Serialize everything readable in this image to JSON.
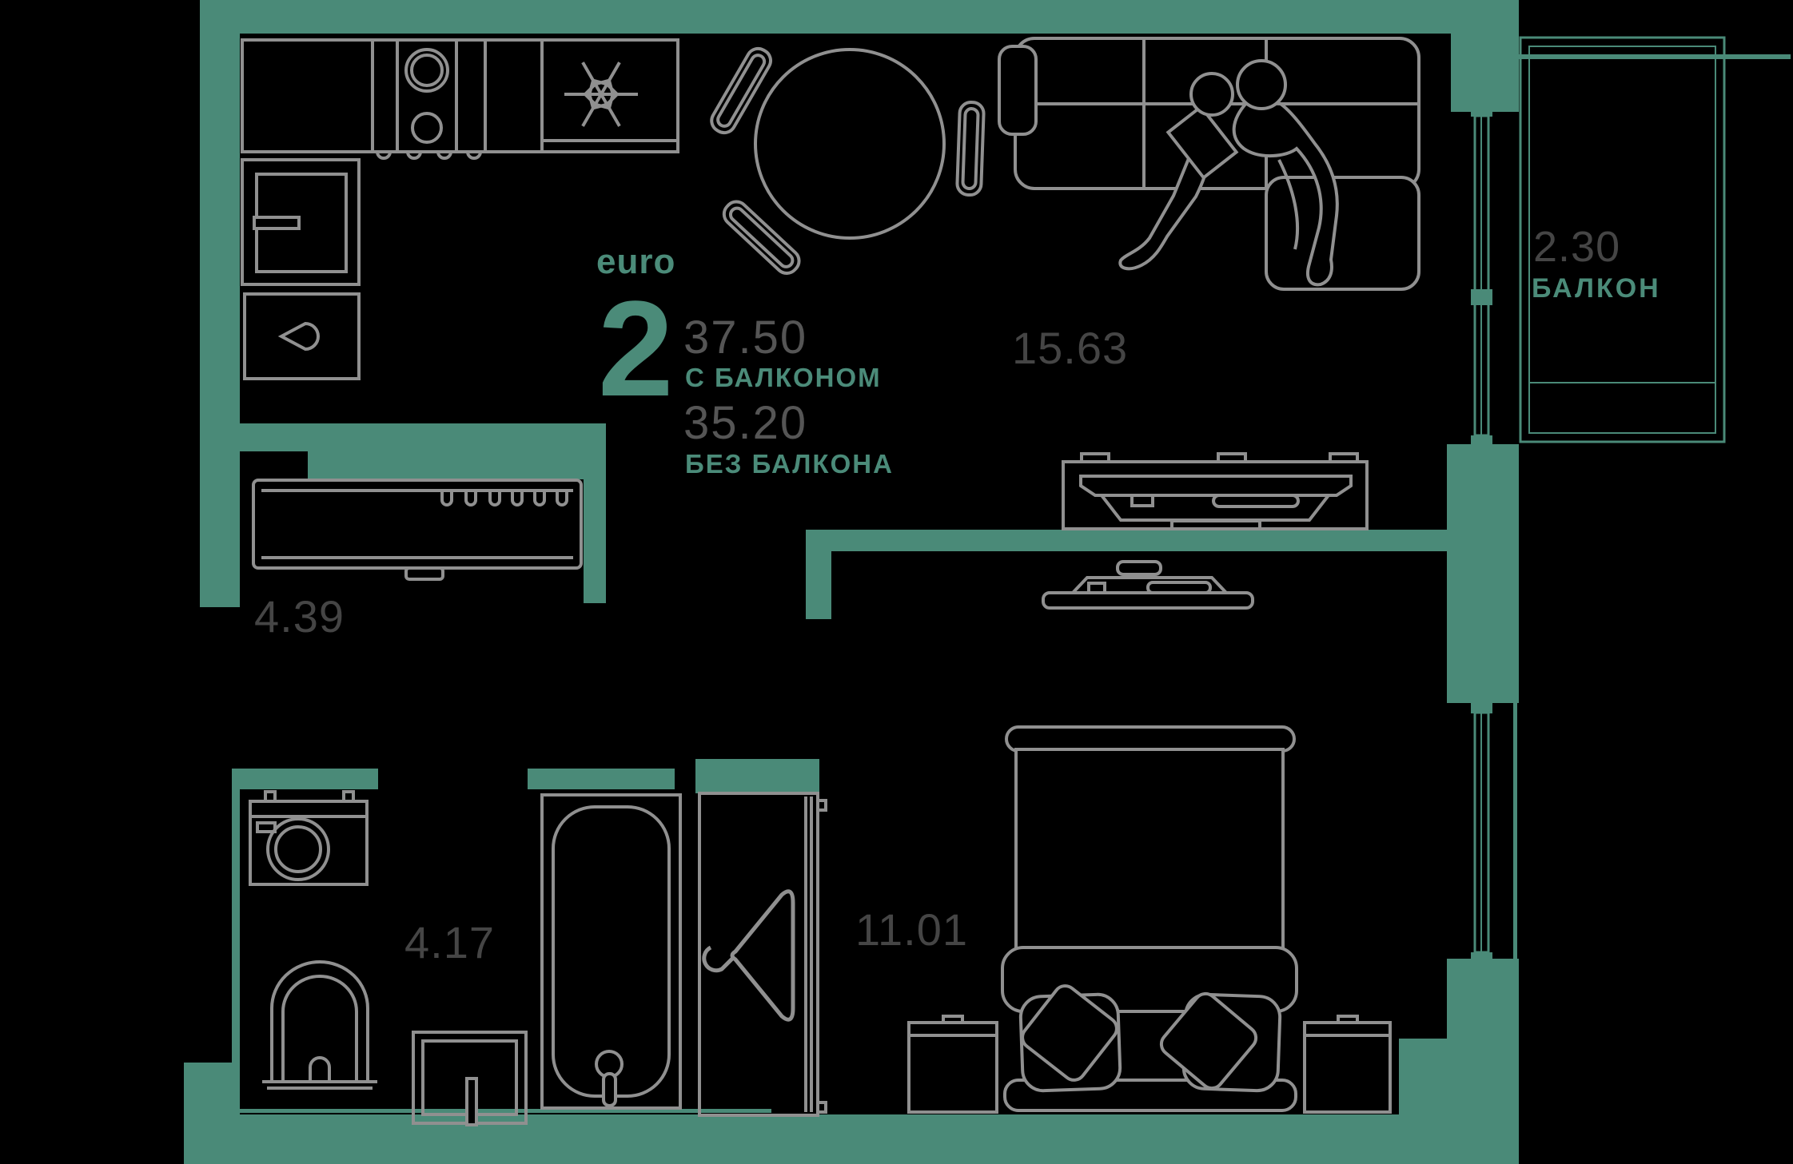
{
  "plan": {
    "unit_type": "euro",
    "rooms_count": "2",
    "area_with_balcony": "37.50",
    "with_balcony_label": "С БАЛКОНОМ",
    "area_without_balcony": "35.20",
    "without_balcony_label": "БЕЗ БАЛКОНА"
  },
  "rooms": {
    "living_kitchen": {
      "area": "15.63"
    },
    "hallway": {
      "area": "4.39"
    },
    "bathroom": {
      "area": "4.17"
    },
    "bedroom": {
      "area": "11.01"
    },
    "balcony": {
      "area": "2.30",
      "label": "БАЛКОН"
    }
  },
  "colors": {
    "background": "#000000",
    "wall": "#4a8a78",
    "furniture_line": "#909090",
    "accent_text": "#4b8b79",
    "area_number_text": "#454545",
    "total_area_text": "#555555"
  }
}
